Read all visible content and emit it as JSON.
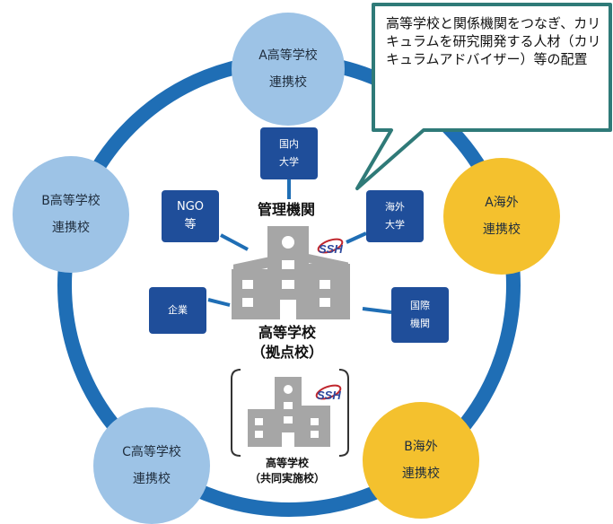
{
  "colors": {
    "ring": "#1f6eb5",
    "circle_blue": "#9dc3e6",
    "circle_gold": "#f4c12e",
    "node_blue": "#1f4e9a",
    "callout_border": "#2f7a78",
    "building_gray": "#a6a6a6",
    "ssh_red": "#c0262d"
  },
  "callout": {
    "text": "高等学校と関係機関をつなぎ、カリキュラムを研究開発する人材（カリキュラムアドバイザー）等の配置"
  },
  "schools": {
    "a": {
      "line1": "A高等学校",
      "line2": "連携校"
    },
    "b": {
      "line1": "B高等学校",
      "line2": "連携校"
    },
    "c": {
      "line1": "C高等学校",
      "line2": "連携校"
    }
  },
  "overseas": {
    "a": {
      "line1": "A海外",
      "line2": "連携校"
    },
    "b": {
      "line1": "B海外",
      "line2": "連携校"
    }
  },
  "nodes": {
    "domestic_univ": {
      "line1": "国内",
      "line2": "大学"
    },
    "ngo": {
      "line1": "NGO",
      "line2": "等"
    },
    "overseas_univ": {
      "line1": "海外",
      "line2": "大学"
    },
    "company": {
      "line1": "企業"
    },
    "intl_org": {
      "line1": "国際",
      "line2": "機関"
    }
  },
  "center": {
    "management": "管理機関",
    "hub_line1": "高等学校",
    "hub_line2": "（拠点校）",
    "joint_line1": "高等学校",
    "joint_line2": "（共同実施校）",
    "logo_text": "SSH"
  }
}
